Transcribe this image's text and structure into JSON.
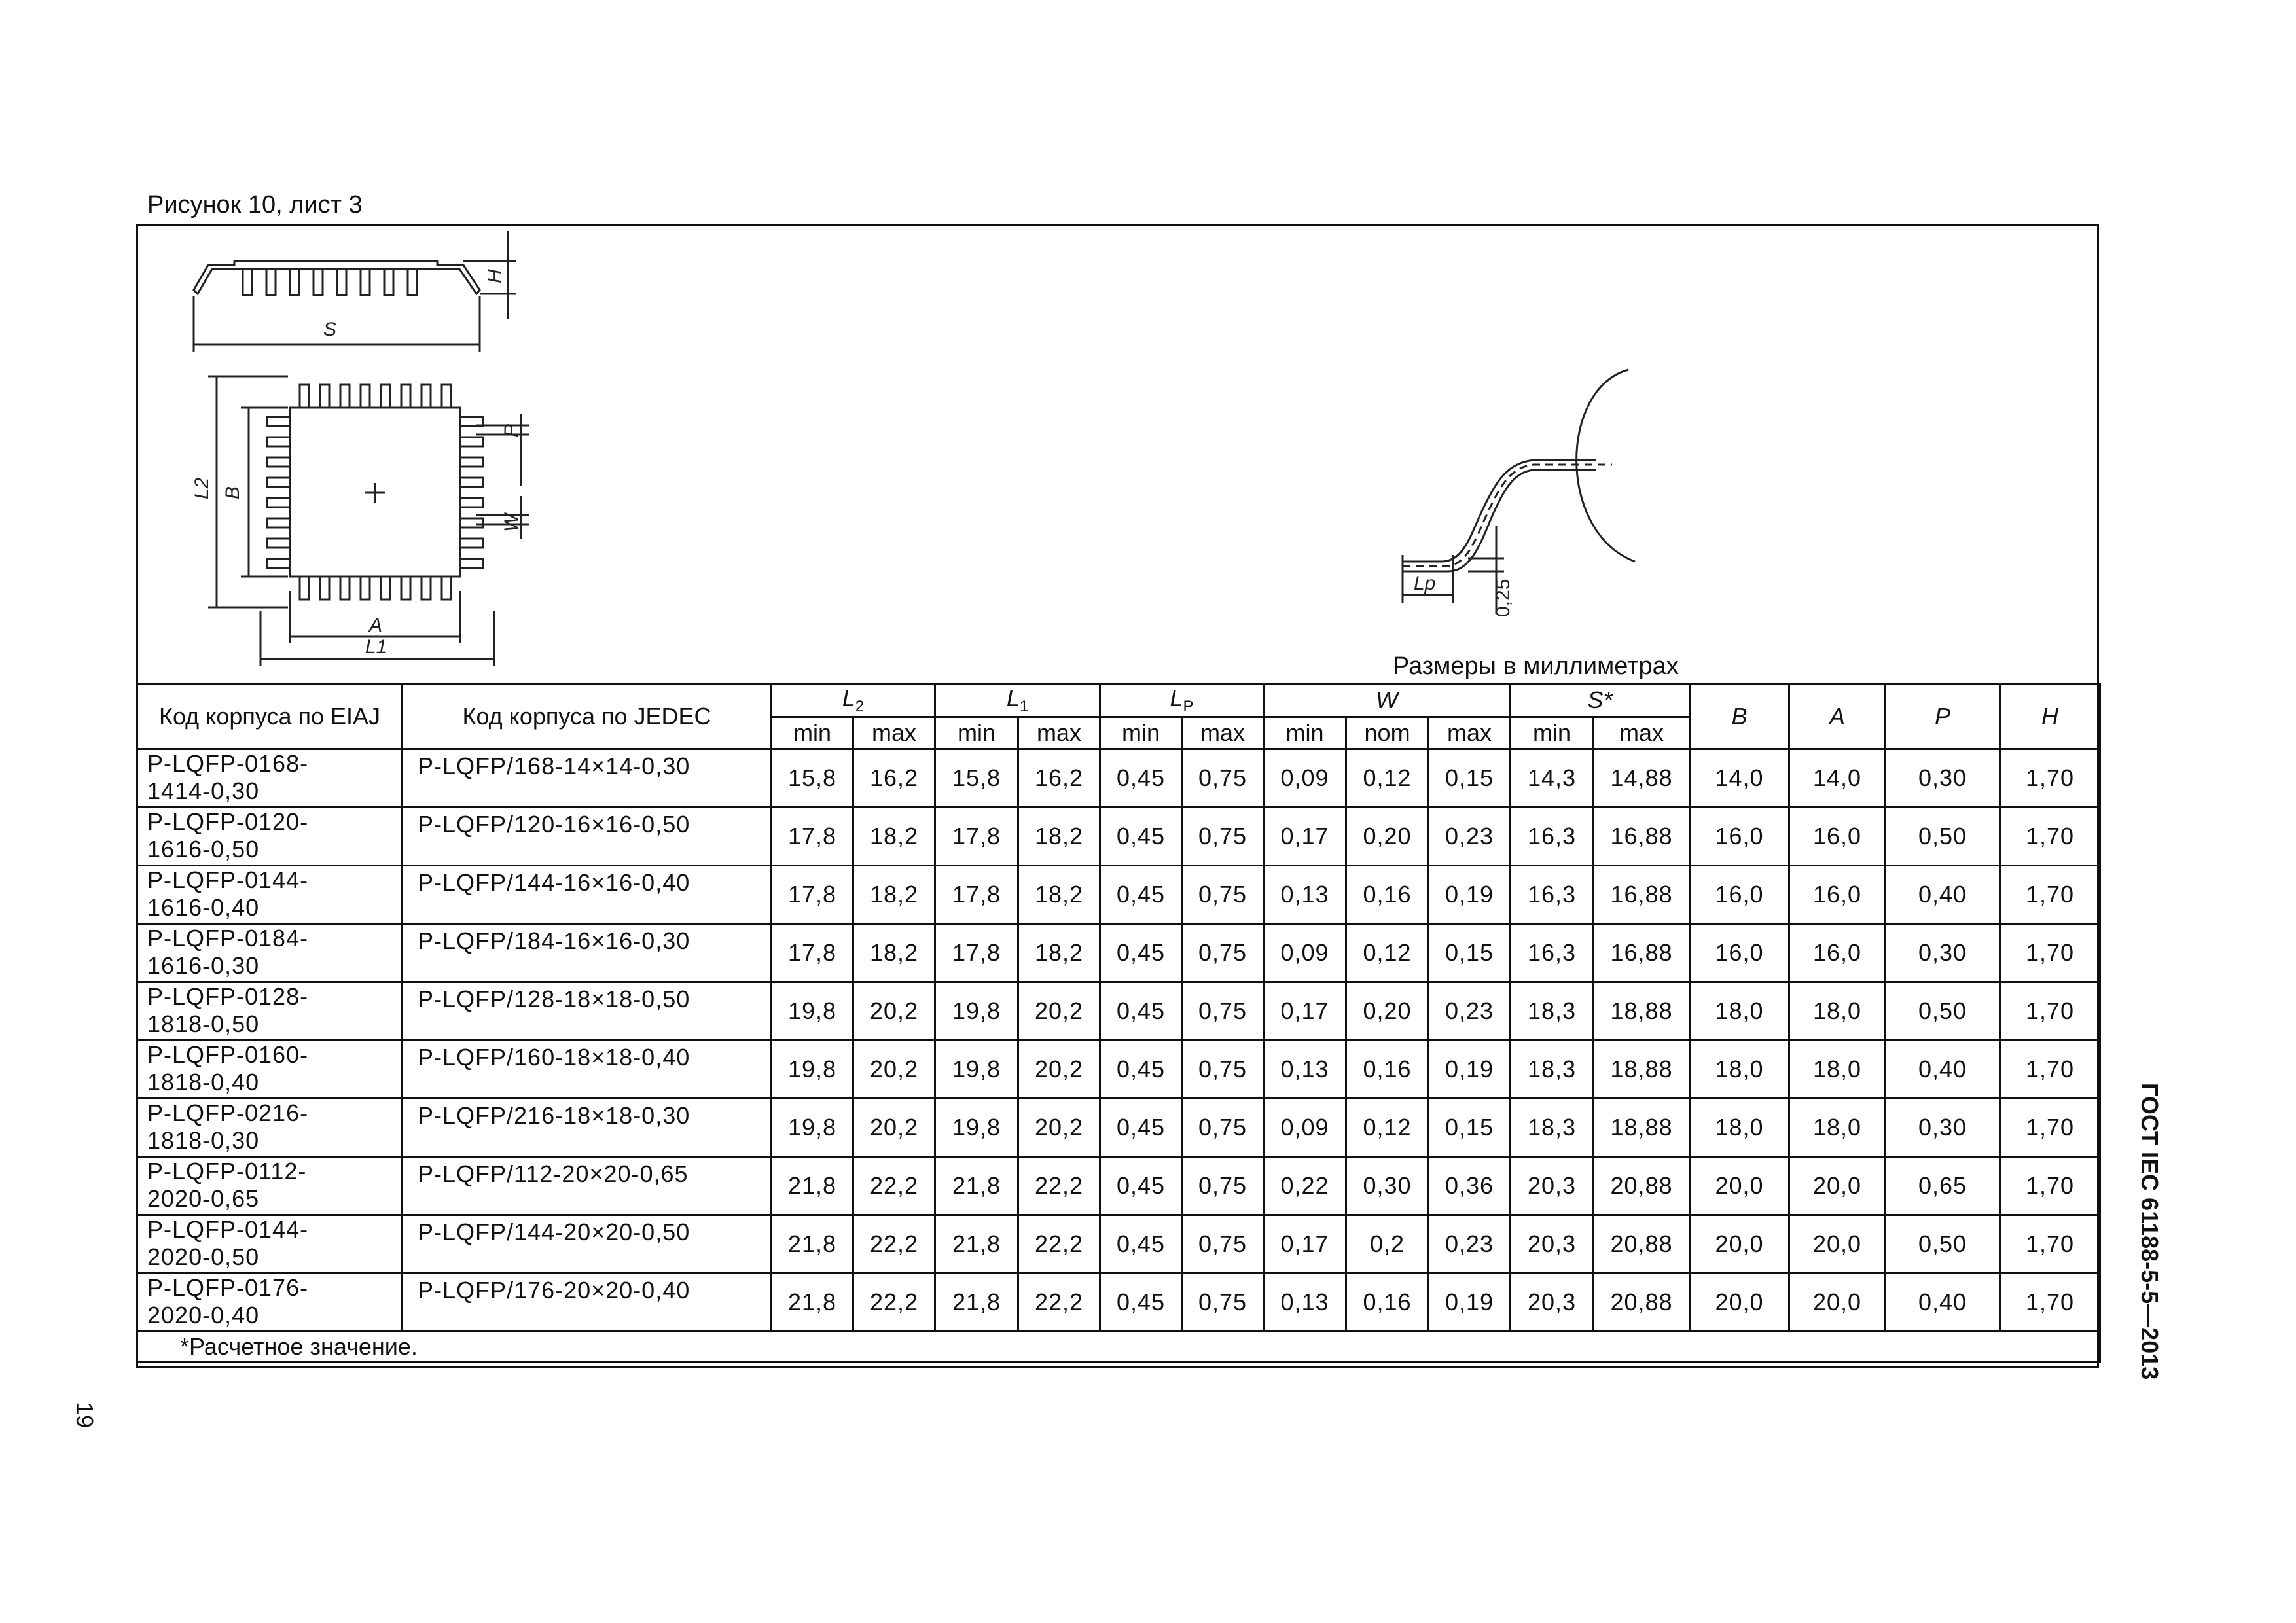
{
  "caption": "Рисунок 10, лист 3",
  "units_note": "Размеры в миллиметрах",
  "drawing_labels": {
    "H": "H",
    "S": "S",
    "L2": "L2",
    "B": "B",
    "P": "P",
    "W": "W",
    "A": "A",
    "L1": "L1",
    "Lp": "Lp",
    "gauge": "0,25"
  },
  "table": {
    "head": {
      "eiaj": "Код корпуса по EIAJ",
      "jedec": "Код корпуса по JEDEC",
      "L2": "L",
      "L2_sub": "2",
      "L1": "L",
      "L1_sub": "1",
      "LP": "L",
      "LP_sub": "P",
      "W": "W",
      "S": "S*",
      "B": "B",
      "A": "A",
      "P": "P",
      "H": "H",
      "min": "min",
      "max": "max",
      "nom": "nom"
    },
    "rows": [
      {
        "eiaj1": "P-LQFP-0168-",
        "eiaj2": "1414-0,30",
        "jedec": "P-LQFP/168-14×14-0,30",
        "l2min": "15,8",
        "l2max": "16,2",
        "l1min": "15,8",
        "l1max": "16,2",
        "lpmin": "0,45",
        "lpmax": "0,75",
        "wmin": "0,09",
        "wnom": "0,12",
        "wmax": "0,15",
        "smin": "14,3",
        "smax": "14,88",
        "b": "14,0",
        "a": "14,0",
        "p": "0,30",
        "h": "1,70"
      },
      {
        "eiaj1": "P-LQFP-0120-",
        "eiaj2": "1616-0,50",
        "jedec": "P-LQFP/120-16×16-0,50",
        "l2min": "17,8",
        "l2max": "18,2",
        "l1min": "17,8",
        "l1max": "18,2",
        "lpmin": "0,45",
        "lpmax": "0,75",
        "wmin": "0,17",
        "wnom": "0,20",
        "wmax": "0,23",
        "smin": "16,3",
        "smax": "16,88",
        "b": "16,0",
        "a": "16,0",
        "p": "0,50",
        "h": "1,70"
      },
      {
        "eiaj1": "P-LQFP-0144-",
        "eiaj2": "1616-0,40",
        "jedec": "P-LQFP/144-16×16-0,40",
        "l2min": "17,8",
        "l2max": "18,2",
        "l1min": "17,8",
        "l1max": "18,2",
        "lpmin": "0,45",
        "lpmax": "0,75",
        "wmin": "0,13",
        "wnom": "0,16",
        "wmax": "0,19",
        "smin": "16,3",
        "smax": "16,88",
        "b": "16,0",
        "a": "16,0",
        "p": "0,40",
        "h": "1,70"
      },
      {
        "eiaj1": "P-LQFP-0184-",
        "eiaj2": "1616-0,30",
        "jedec": "P-LQFP/184-16×16-0,30",
        "l2min": "17,8",
        "l2max": "18,2",
        "l1min": "17,8",
        "l1max": "18,2",
        "lpmin": "0,45",
        "lpmax": "0,75",
        "wmin": "0,09",
        "wnom": "0,12",
        "wmax": "0,15",
        "smin": "16,3",
        "smax": "16,88",
        "b": "16,0",
        "a": "16,0",
        "p": "0,30",
        "h": "1,70"
      },
      {
        "eiaj1": "P-LQFP-0128-",
        "eiaj2": "1818-0,50",
        "jedec": "P-LQFP/128-18×18-0,50",
        "l2min": "19,8",
        "l2max": "20,2",
        "l1min": "19,8",
        "l1max": "20,2",
        "lpmin": "0,45",
        "lpmax": "0,75",
        "wmin": "0,17",
        "wnom": "0,20",
        "wmax": "0,23",
        "smin": "18,3",
        "smax": "18,88",
        "b": "18,0",
        "a": "18,0",
        "p": "0,50",
        "h": "1,70"
      },
      {
        "eiaj1": "P-LQFP-0160-",
        "eiaj2": "1818-0,40",
        "jedec": "P-LQFP/160-18×18-0,40",
        "l2min": "19,8",
        "l2max": "20,2",
        "l1min": "19,8",
        "l1max": "20,2",
        "lpmin": "0,45",
        "lpmax": "0,75",
        "wmin": "0,13",
        "wnom": "0,16",
        "wmax": "0,19",
        "smin": "18,3",
        "smax": "18,88",
        "b": "18,0",
        "a": "18,0",
        "p": "0,40",
        "h": "1,70"
      },
      {
        "eiaj1": "P-LQFP-0216-",
        "eiaj2": "1818-0,30",
        "jedec": "P-LQFP/216-18×18-0,30",
        "l2min": "19,8",
        "l2max": "20,2",
        "l1min": "19,8",
        "l1max": "20,2",
        "lpmin": "0,45",
        "lpmax": "0,75",
        "wmin": "0,09",
        "wnom": "0,12",
        "wmax": "0,15",
        "smin": "18,3",
        "smax": "18,88",
        "b": "18,0",
        "a": "18,0",
        "p": "0,30",
        "h": "1,70"
      },
      {
        "eiaj1": "P-LQFP-0112-",
        "eiaj2": "2020-0,65",
        "jedec": "P-LQFP/112-20×20-0,65",
        "l2min": "21,8",
        "l2max": "22,2",
        "l1min": "21,8",
        "l1max": "22,2",
        "lpmin": "0,45",
        "lpmax": "0,75",
        "wmin": "0,22",
        "wnom": "0,30",
        "wmax": "0,36",
        "smin": "20,3",
        "smax": "20,88",
        "b": "20,0",
        "a": "20,0",
        "p": "0,65",
        "h": "1,70"
      },
      {
        "eiaj1": "P-LQFP-0144-",
        "eiaj2": "2020-0,50",
        "jedec": "P-LQFP/144-20×20-0,50",
        "l2min": "21,8",
        "l2max": "22,2",
        "l1min": "21,8",
        "l1max": "22,2",
        "lpmin": "0,45",
        "lpmax": "0,75",
        "wmin": "0,17",
        "wnom": "0,2",
        "wmax": "0,23",
        "smin": "20,3",
        "smax": "20,88",
        "b": "20,0",
        "a": "20,0",
        "p": "0,50",
        "h": "1,70"
      },
      {
        "eiaj1": "P-LQFP-0176-",
        "eiaj2": "2020-0,40",
        "jedec": "P-LQFP/176-20×20-0,40",
        "l2min": "21,8",
        "l2max": "22,2",
        "l1min": "21,8",
        "l1max": "22,2",
        "lpmin": "0,45",
        "lpmax": "0,75",
        "wmin": "0,13",
        "wnom": "0,16",
        "wmax": "0,19",
        "smin": "20,3",
        "smax": "20,88",
        "b": "20,0",
        "a": "20,0",
        "p": "0,40",
        "h": "1,70"
      }
    ],
    "footnote": "*Расчетное значение."
  },
  "side_title": "ГОСТ IEC 61188-5-5—2013",
  "page_number": "19"
}
